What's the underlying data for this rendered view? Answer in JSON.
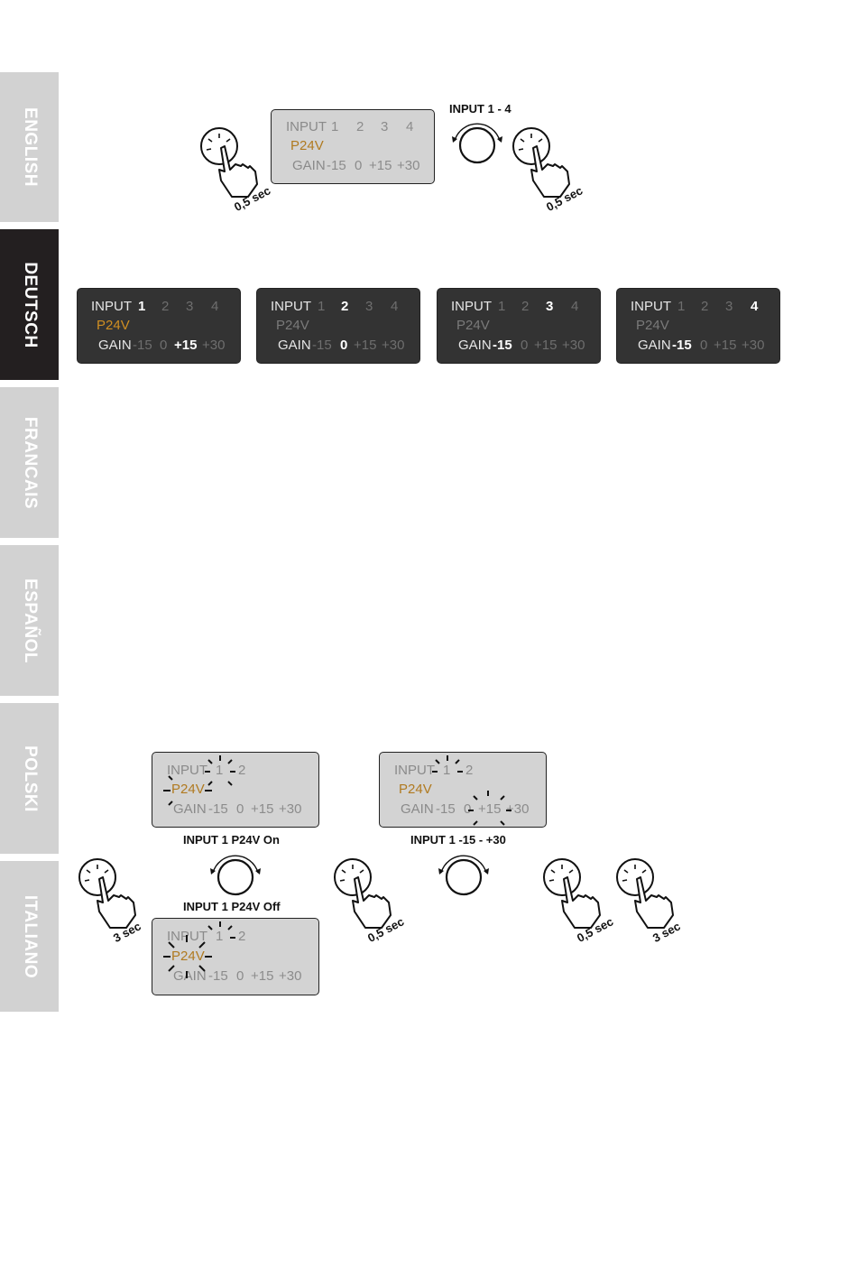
{
  "tabs": [
    {
      "label": "ENGLISH",
      "active": false
    },
    {
      "label": "DEUTSCH",
      "active": true
    },
    {
      "label": "FRANCAIS",
      "active": false
    },
    {
      "label": "ESPAÑOL",
      "active": false
    },
    {
      "label": "POLSKI",
      "active": false
    },
    {
      "label": "ITALIANO",
      "active": false
    }
  ],
  "lcd": {
    "input_label": "INPUT",
    "p24v_label": "P24V",
    "gain_label": "GAIN",
    "channels": [
      "1",
      "2",
      "3",
      "4"
    ],
    "gain_steps": [
      "-15",
      "0",
      "+15",
      "+30"
    ]
  },
  "top": {
    "range_caption": "INPUT 1 - 4",
    "hold_left": "0,5 sec",
    "hold_right": "0,5 sec"
  },
  "bottom": {
    "caption_on": "INPUT 1  P24V On",
    "caption_off": "INPUT 1  P24V Off",
    "caption_gain": "INPUT 1  -15  -  +30",
    "hold_1": "3 sec",
    "hold_2": "0,5 sec",
    "hold_3": "0,5 sec",
    "hold_4": "3 sec"
  },
  "colors": {
    "tab_inactive": "#d2d2d2",
    "tab_active": "#231f20",
    "lcd_light": "#d3d3d3",
    "lcd_dark": "#333333",
    "p24v_accent": "#d08f22"
  }
}
